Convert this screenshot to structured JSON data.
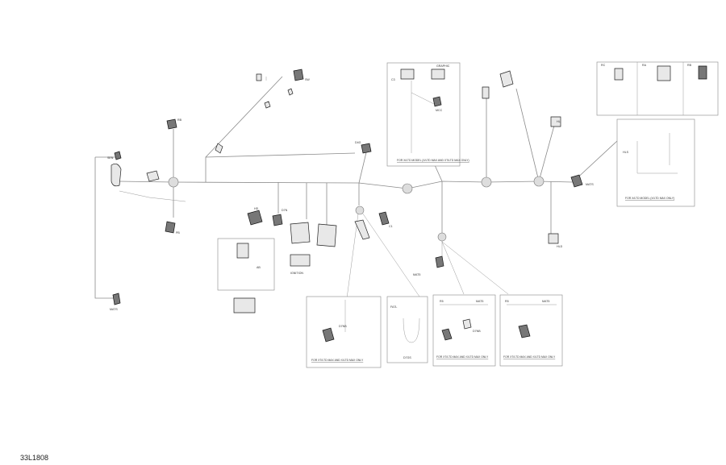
{
  "diagram_code": "33L1808",
  "notes": {
    "note_a": "FOR X/LTD MODEL (X/LTD MAX AND XT/LTD MAX ONLY)",
    "note_b": "FOR X/LTD MODEL (X/LTD MAX ONLY)",
    "note_c": "FOR XT/LTD MAX AND X/LTD MAX ONLY",
    "note_d": "FOR XT/LTD MAX AND X/LTD MAX ONLY",
    "note_e": "FOR XT/LTD MAX AND X/LTD MAX ONLY"
  },
  "labels": {
    "left_top": "SEN",
    "left_bottom": "MATS",
    "hood_a": "RB",
    "hood_b": "SW",
    "hood_c": "PB",
    "hood_d": "AB",
    "hood_e": "HD",
    "center_a": "D7N",
    "center_b": "IGNITION",
    "center_c": "C1",
    "bottom_a": "D7NB",
    "bottom_b": "D7NB",
    "bottom_c": "MAT5",
    "bottom_d": "D4G",
    "right_a": "HL",
    "right_b": "MATS",
    "right_c": "HLD",
    "right_d": "HLS",
    "legend_a": "RC",
    "legend_b": "RA",
    "legend_c": "RB",
    "inset_a": "R5",
    "inset_b": "MAT5",
    "inset_c": "R5",
    "inset_d": "MAT5",
    "inset_e": "D7GS",
    "inset_f": "FA7L",
    "top_box_a": "C3",
    "top_box_b": "GRAPHIC",
    "top_box_c": "MCC"
  }
}
